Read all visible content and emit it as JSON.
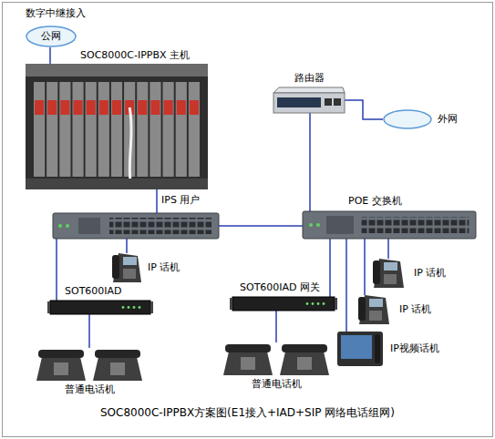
{
  "diagram": {
    "caption": "SOC8000C-IPPBX方案图(E1接入+IAD+SIP 网络电话组网)",
    "nodes": [
      {
        "text": [
          "公网"
        ]
      },
      {
        "text": [
          "SOC8000C-IPPBX 主机"
        ]
      },
      {
        "text": [
          "路由器"
        ]
      },
      {
        "text": [
          "外网"
        ]
      },
      {
        "text": [
          "POE 交换机"
        ]
      },
      {
        "text": [
          "IP 话机"
        ]
      },
      {
        "text": [
          "SOT600IAD"
        ]
      },
      {
        "text": [
          "普通电话机"
        ]
      },
      {
        "text": [
          "SOT600IAD 网关"
        ]
      },
      {
        "text": [
          "普通电话机"
        ]
      },
      {
        "text": [
          "IP 话机"
        ]
      },
      {
        "text": [
          "IP 话机"
        ]
      },
      {
        "text": [
          "IP视频话机"
        ]
      }
    ],
    "edges": [
      {
        "from": 0,
        "to": 1,
        "arrow": "none"
      },
      {
        "from": 2,
        "to": 3,
        "arrow": "none"
      },
      {
        "from": 2,
        "to": 4,
        "arrow": "none"
      },
      {
        "from": 4,
        "to": 8,
        "arrow": "none"
      },
      {
        "from": 4,
        "to": 10,
        "arrow": "none"
      },
      {
        "from": 4,
        "to": 11,
        "arrow": "none"
      },
      {
        "from": 4,
        "to": 12,
        "arrow": "none"
      },
      {
        "from": 6,
        "to": 7,
        "arrow": "none"
      },
      {
        "from": 8,
        "to": 9,
        "arrow": "none"
      }
    ],
    "labels": [
      "数字中继接入",
      "IPS 用户"
    ]
  }
}
